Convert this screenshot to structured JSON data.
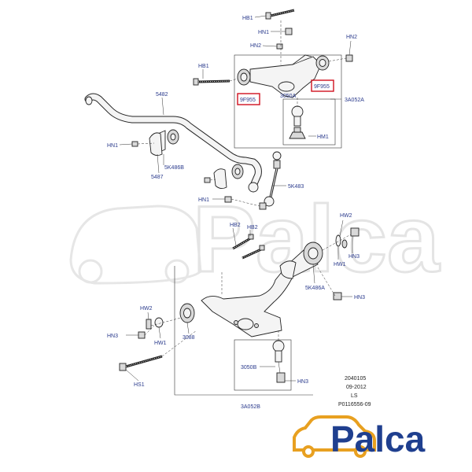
{
  "labels": {
    "hb1_top": "HB1",
    "hn1_top": "HN1",
    "hn2_upper": "HN2",
    "hn2_right": "HN2",
    "hb1_left": "HB1",
    "p9f955_left": "9F955",
    "p9f955_right": "9F955",
    "p3050a": "3050A",
    "p3a052a": "3A052A",
    "hm1": "HM1",
    "p5482": "5482",
    "hn1_bar": "HN1",
    "p5k486b": "5K486B",
    "p5487": "5487",
    "p5k483": "5K483",
    "hn1_link": "HN1",
    "hb2_lower": "HB2",
    "hb2_lower2": "HB2",
    "hw2_right": "HW2",
    "hn3_right": "HN3",
    "hw1_right": "HW1",
    "p5k486a": "5K486A",
    "hn3_mid": "HN3",
    "hw2_left": "HW2",
    "hn3_left": "HN3",
    "hw1_left": "HW1",
    "p3088": "3088",
    "p3050b": "3050B",
    "hn3_ball": "HN3",
    "hs1": "HS1",
    "p3a052b": "3A052B"
  },
  "meta": {
    "line1": "2040105",
    "line2": "09-2012",
    "line3": "LS",
    "line4": "P0116556-09"
  },
  "watermark": {
    "text": "Palca"
  },
  "logo": {
    "text": "Palca",
    "brand_color": "#1f3f8f",
    "highlight_color": "#d0101e"
  }
}
